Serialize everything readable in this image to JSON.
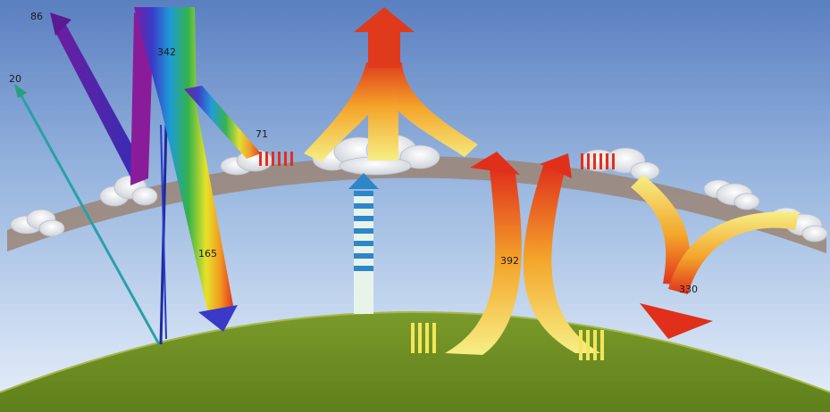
{
  "diagram": {
    "labels": {
      "reflected_by_surface": "20",
      "reflected_by_atmosphere": "86",
      "incoming_solar": "342",
      "absorbed_by_atmosphere": "71",
      "absorbed_by_surface": "165",
      "surface_emission": "392",
      "back_radiation": "330"
    },
    "colors": {
      "sky_top": "#5a7fc0",
      "sky_bottom": "#e8f0fb",
      "ground": "#7a9a2a",
      "atmosphere_band": "#9b8576",
      "heat_red": "#e0301c",
      "heat_orange": "#f49a24",
      "heat_yellow": "#f6ef86",
      "thermal_stripe_blue": "#2e86c8"
    },
    "icons": [
      "cloud-icon",
      "rainbow-arrow-icon",
      "heat-arrow-icon",
      "stripe-arrow-icon"
    ]
  }
}
